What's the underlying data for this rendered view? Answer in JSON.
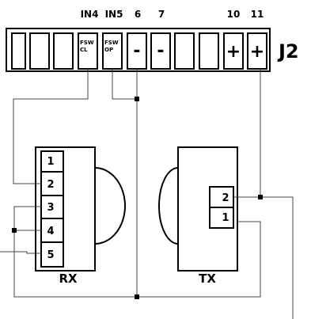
{
  "connector": {
    "name": "J2",
    "terminal_numbers": [
      "IN4",
      "IN5",
      "6",
      "7",
      "10",
      "11"
    ],
    "cell_labels": {
      "fsw_cl": [
        "FSW",
        "CL"
      ],
      "fsw_op": [
        "FSW",
        "OP"
      ],
      "minus_a": "-",
      "minus_b": "-",
      "plus_a": "+",
      "plus_b": "+"
    }
  },
  "rx": {
    "label": "RX",
    "terminals": [
      "1",
      "2",
      "3",
      "4",
      "5"
    ]
  },
  "tx": {
    "label": "TX",
    "terminals": [
      "2",
      "1"
    ]
  }
}
